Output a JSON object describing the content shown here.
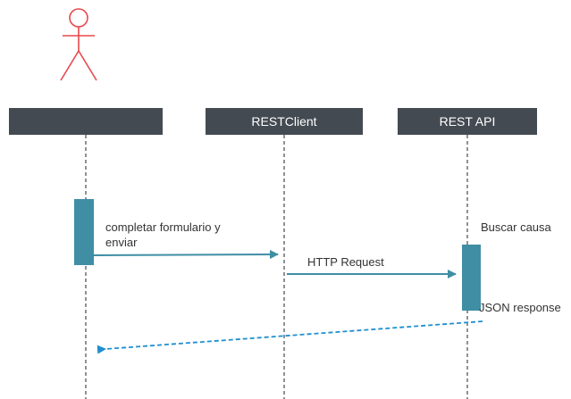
{
  "colors": {
    "actor_stroke": "#e8474c",
    "header_fill": "#444a52",
    "header_text": "#ffffff",
    "activation_fill": "#3f8ea4",
    "message_line": "#3f8ea4",
    "response_line": "#1f8fd0",
    "lifeline": "#444a52",
    "label_text": "#333333"
  },
  "actor": {
    "icon": "stick-figure-icon"
  },
  "participants": {
    "user": {
      "label": ""
    },
    "restclient": {
      "label": "RESTClient"
    },
    "restapi": {
      "label": "REST API"
    }
  },
  "messages": {
    "complete_form": {
      "line1": "completar formulario y",
      "line2": "enviar"
    },
    "http_request": {
      "label": "HTTP Request"
    },
    "buscar_causa": {
      "label": "Buscar causa"
    },
    "json_response": {
      "label": "JSON response"
    }
  }
}
